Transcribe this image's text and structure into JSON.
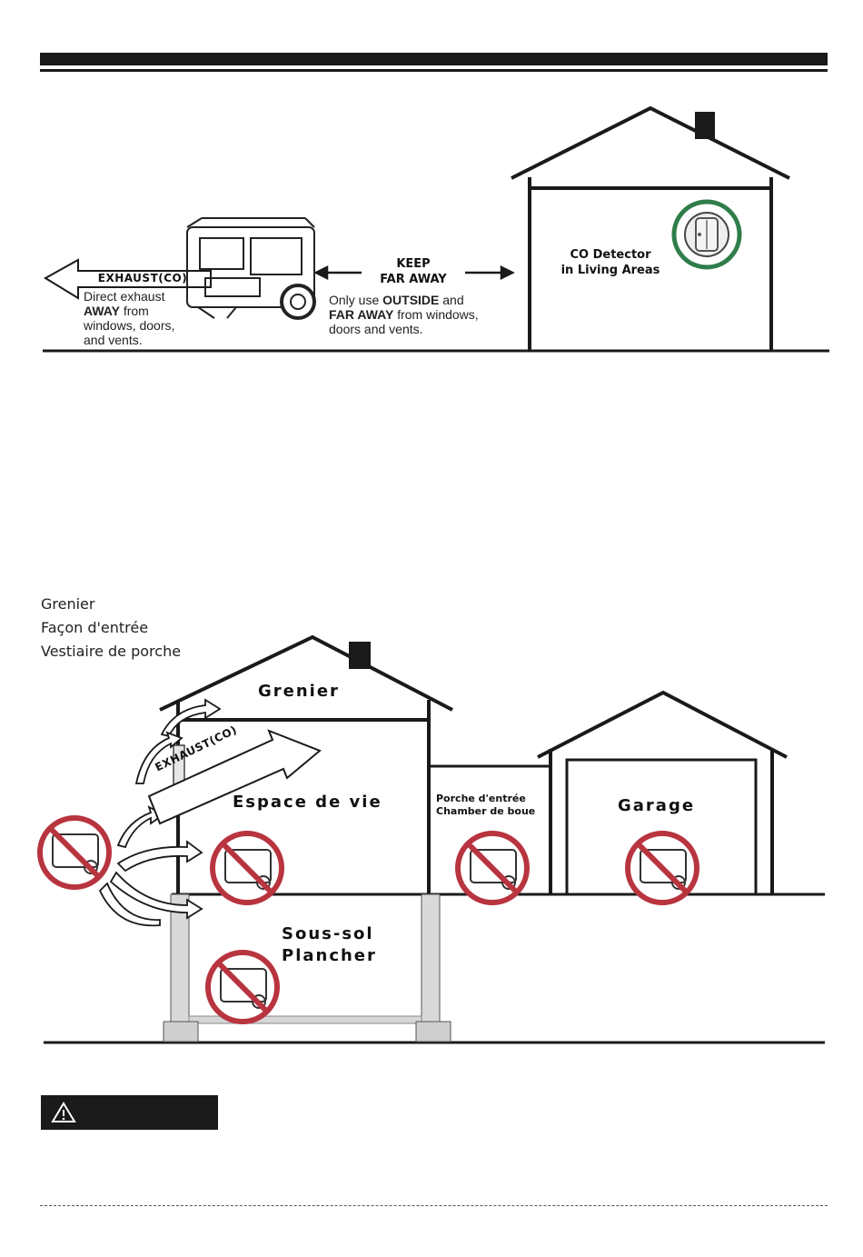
{
  "top_diagram": {
    "exhaust_label": "EXHAUST(CO)",
    "exhaust_note": {
      "line1": "Direct exhaust",
      "line2_bold": "AWAY",
      "line2_rest": " from",
      "line3": "windows, doors,",
      "line4": "and vents."
    },
    "keep_far_away": {
      "line1": "KEEP",
      "line2": "FAR AWAY"
    },
    "outside_note": {
      "line1_pre": "Only use ",
      "line1_bold": "OUTSIDE",
      "line1_post": " and",
      "line2_bold": "FAR AWAY",
      "line2_post": " from windows,",
      "line3": "doors and vents."
    },
    "co_detector": {
      "line1": "CO Detector",
      "line2": "in Living Areas"
    }
  },
  "fr_list": [
    "Grenier",
    "Façon d'entrée",
    "Vestiaire de porche"
  ],
  "bottom_diagram": {
    "attic": "Grenier",
    "living": "Espace de vie",
    "porch": {
      "line1": "Porche d'entrée",
      "line2": "Chamber de boue"
    },
    "garage": "Garage",
    "basement": {
      "line1": "Sous-sol",
      "line2": "Plancher"
    },
    "exhaust_label": "EXHAUST(CO)"
  },
  "colors": {
    "prohibit_red": "#b8343f",
    "detector_green": "#2f7d4a",
    "ink": "#1a1a1a"
  },
  "icons": {
    "warning": "warning-triangle-icon",
    "prohibited": "no-generator-icon",
    "detector": "co-detector-icon"
  }
}
